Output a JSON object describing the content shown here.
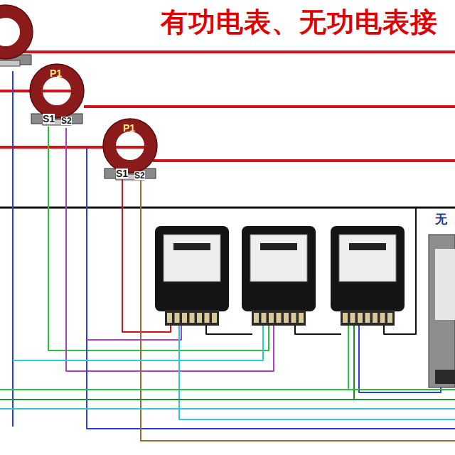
{
  "diagram": {
    "title": "有功电表、无功电表接",
    "labels": [
      "P1",
      "S1",
      "S2",
      "P1",
      "S1",
      "S2",
      "无"
    ]
  }
}
